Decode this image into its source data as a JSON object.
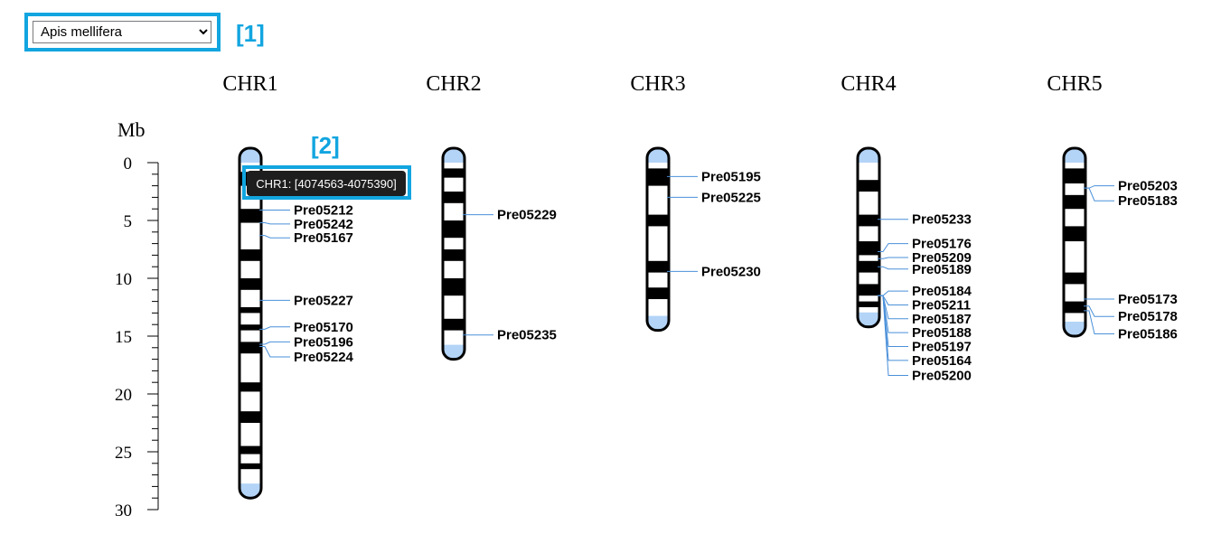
{
  "species_select": {
    "value": "Apis mellifera",
    "options": [
      "Apis mellifera"
    ]
  },
  "annotations": {
    "box1": "[1]",
    "box2": "[2]"
  },
  "tooltip": {
    "text": "CHR1: [4074563-4075390]"
  },
  "scale": {
    "unit": "Mb",
    "max": 30,
    "ticks": [
      0,
      5,
      10,
      15,
      20,
      25,
      30
    ]
  },
  "colors": {
    "band": "#000000",
    "telomere": "#b3d4f7",
    "link": "#4a90d9",
    "annotation": "#12a5e0"
  },
  "chromosomes": [
    {
      "name": "CHR1",
      "length": 29,
      "bands": [
        [
          0.8,
          2.0
        ],
        [
          4.0,
          5.2
        ],
        [
          7.5,
          8.5
        ],
        [
          10.0,
          11.0
        ],
        [
          12.5,
          13.0
        ],
        [
          14.0,
          14.5
        ],
        [
          15.5,
          16.5
        ],
        [
          19.0,
          19.8
        ],
        [
          21.5,
          22.5
        ],
        [
          24.5,
          25.2
        ],
        [
          26.0,
          26.5
        ]
      ],
      "genes": [
        {
          "name": "Pre05212",
          "pos": 4.1,
          "label_pos": 4.1
        },
        {
          "name": "Pre05242",
          "pos": 5.2,
          "label_pos": 5.3
        },
        {
          "name": "Pre05167",
          "pos": 6.3,
          "label_pos": 6.5
        },
        {
          "name": "Pre05227",
          "pos": 11.9,
          "label_pos": 11.9
        },
        {
          "name": "Pre05170",
          "pos": 14.4,
          "label_pos": 14.2
        },
        {
          "name": "Pre05196",
          "pos": 15.7,
          "label_pos": 15.5
        },
        {
          "name": "Pre05224",
          "pos": 15.9,
          "label_pos": 16.8
        }
      ]
    },
    {
      "name": "CHR2",
      "length": 17,
      "bands": [
        [
          0.5,
          1.3
        ],
        [
          2.5,
          3.5
        ],
        [
          5.0,
          6.5
        ],
        [
          7.5,
          8.5
        ],
        [
          10.0,
          11.5
        ],
        [
          13.5,
          14.5
        ]
      ],
      "genes": [
        {
          "name": "Pre05229",
          "pos": 4.5,
          "label_pos": 4.5
        },
        {
          "name": "Pre05235",
          "pos": 14.9,
          "label_pos": 14.9
        }
      ]
    },
    {
      "name": "CHR3",
      "length": 14.5,
      "bands": [
        [
          0.5,
          2.0
        ],
        [
          4.5,
          5.5
        ],
        [
          8.5,
          9.5
        ],
        [
          10.8,
          11.8
        ]
      ],
      "genes": [
        {
          "name": "Pre05195",
          "pos": 1.2,
          "label_pos": 1.2
        },
        {
          "name": "Pre05225",
          "pos": 3.0,
          "label_pos": 3.0
        },
        {
          "name": "Pre05230",
          "pos": 9.4,
          "label_pos": 9.4
        }
      ]
    },
    {
      "name": "CHR4",
      "length": 14.2,
      "bands": [
        [
          1.5,
          2.5
        ],
        [
          4.5,
          5.5
        ],
        [
          6.8,
          8.0
        ],
        [
          8.5,
          9.5
        ],
        [
          10.5,
          11.5
        ],
        [
          12.0,
          12.5
        ]
      ],
      "genes": [
        {
          "name": "Pre05233",
          "pos": 4.9,
          "label_pos": 4.9
        },
        {
          "name": "Pre05176",
          "pos": 7.7,
          "label_pos": 7.0
        },
        {
          "name": "Pre05209",
          "pos": 8.3,
          "label_pos": 8.2
        },
        {
          "name": "Pre05189",
          "pos": 9.0,
          "label_pos": 9.2
        },
        {
          "name": "Pre05184",
          "pos": 11.5,
          "label_pos": 11.1
        },
        {
          "name": "Pre05211",
          "pos": 11.5,
          "label_pos": 12.3
        },
        {
          "name": "Pre05187",
          "pos": 11.5,
          "label_pos": 13.5
        },
        {
          "name": "Pre05188",
          "pos": 11.5,
          "label_pos": 14.7
        },
        {
          "name": "Pre05197",
          "pos": 11.5,
          "label_pos": 15.9
        },
        {
          "name": "Pre05164",
          "pos": 11.5,
          "label_pos": 17.1
        },
        {
          "name": "Pre05200",
          "pos": 11.5,
          "label_pos": 18.4
        }
      ]
    },
    {
      "name": "CHR5",
      "length": 15,
      "bands": [
        [
          0.5,
          1.8
        ],
        [
          2.8,
          4.0
        ],
        [
          5.5,
          6.8
        ],
        [
          9.5,
          10.5
        ],
        [
          12.0,
          13.0
        ]
      ],
      "genes": [
        {
          "name": "Pre05203",
          "pos": 2.2,
          "label_pos": 2.0
        },
        {
          "name": "Pre05183",
          "pos": 2.2,
          "label_pos": 3.3
        },
        {
          "name": "Pre05173",
          "pos": 11.8,
          "label_pos": 11.8
        },
        {
          "name": "Pre05178",
          "pos": 12.4,
          "label_pos": 13.3
        },
        {
          "name": "Pre05186",
          "pos": 12.8,
          "label_pos": 14.8
        }
      ]
    }
  ]
}
